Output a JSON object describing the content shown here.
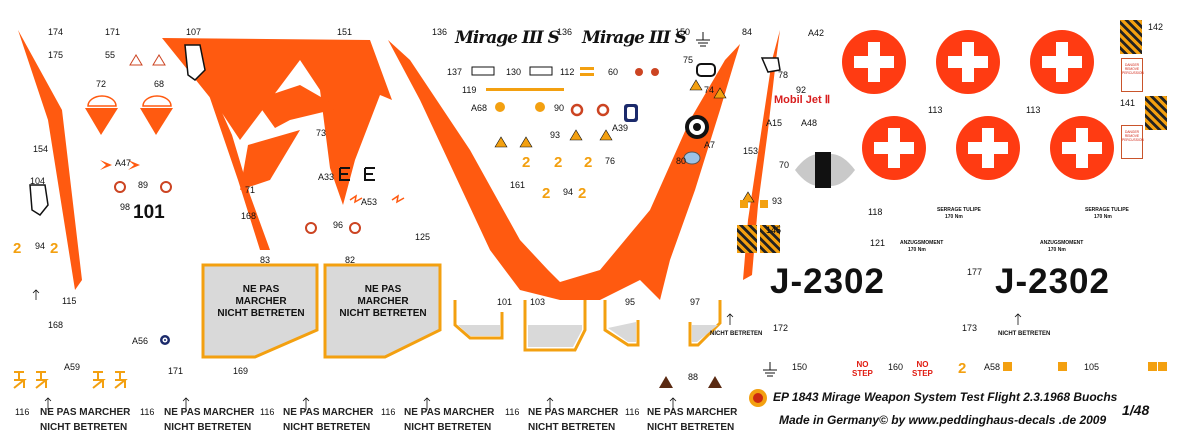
{
  "sheet": {
    "serial_left": "J-2302",
    "serial_right": "J-2302",
    "title_line1": "EP 1843 Mirage Weapon System Test Flight 2.3.1968 Buochs",
    "title_line2": "Made in Germany© by www.peddinghaus-decals .de 2009",
    "scale": "1/48",
    "mirage_logo": "Mirage III S",
    "mobil_jet": "Mobil Jet Ⅱ",
    "two": "2",
    "ne_pas": "NE PAS",
    "marcher": "MARCHER",
    "nicht_betreten": "NICHT BETRETEN",
    "no": "NO",
    "step": "STEP",
    "bottom_marcher": "NE PAS MARCHER",
    "bottom_nicht": "NICHT BETRETEN",
    "serrage_tulipe": "SERRAGE TULIPE",
    "nms_170": "170 Nm",
    "anzugsmoment": "ANZUGSMOMENT"
  },
  "numbers": {
    "n174": "174",
    "n171": "171",
    "n107": "107",
    "n151": "151",
    "n136a": "136",
    "n136b": "136",
    "n150": "150",
    "n84": "84",
    "a42": "A42",
    "n142": "142",
    "n175": "175",
    "n55": "55",
    "n137": "137",
    "n130": "130",
    "n112": "112",
    "n60": "60",
    "n75": "75",
    "n78": "78",
    "n72": "72",
    "n68": "68",
    "n119": "119",
    "n74": "74",
    "n92": "92",
    "n113a": "113",
    "n113b": "113",
    "n141": "141",
    "a68": "A68",
    "n90": "90",
    "a39": "A39",
    "n73": "73",
    "n93a": "93",
    "a15": "A15",
    "a48": "A48",
    "n153": "153",
    "n154": "154",
    "a47": "A47",
    "a7": "A7",
    "n76": "76",
    "n80": "80",
    "n70": "70",
    "n104": "104",
    "n89": "89",
    "n71": "71",
    "a33": "A33",
    "n161": "161",
    "n94a": "94",
    "n93b": "93",
    "n98": "98",
    "n101": "101",
    "a53": "A53",
    "n118": "118",
    "n168a": "168",
    "n96": "96",
    "n145": "145",
    "n125": "125",
    "n121": "121",
    "n94b": "94",
    "n83": "83",
    "n82": "82",
    "n177": "177",
    "n115": "115",
    "n101b": "101",
    "n103": "103",
    "n95": "95",
    "n97": "97",
    "n168b": "168",
    "n172": "172",
    "n173": "173",
    "a56": "A56",
    "a59": "A59",
    "n171b": "171",
    "n169": "169",
    "n150b": "150",
    "n160": "160",
    "a58": "A58",
    "n105": "105",
    "n88": "88",
    "n116a": "116",
    "n116b": "116",
    "n116c": "116",
    "n116d": "116",
    "n116e": "116",
    "n116f": "116"
  },
  "colors": {
    "orange": "#ff5a10",
    "swiss_red": "#ff3b12",
    "warning_yellow": "#f3a010",
    "grey_panel": "#d9d9d9",
    "panel_border": "#f3a010"
  },
  "icons": {
    "cross": "swiss-cross-roundel",
    "hazard": "hazard-triangle-icon",
    "ground": "ground-symbol-icon",
    "target": "target-roundel-icon"
  }
}
